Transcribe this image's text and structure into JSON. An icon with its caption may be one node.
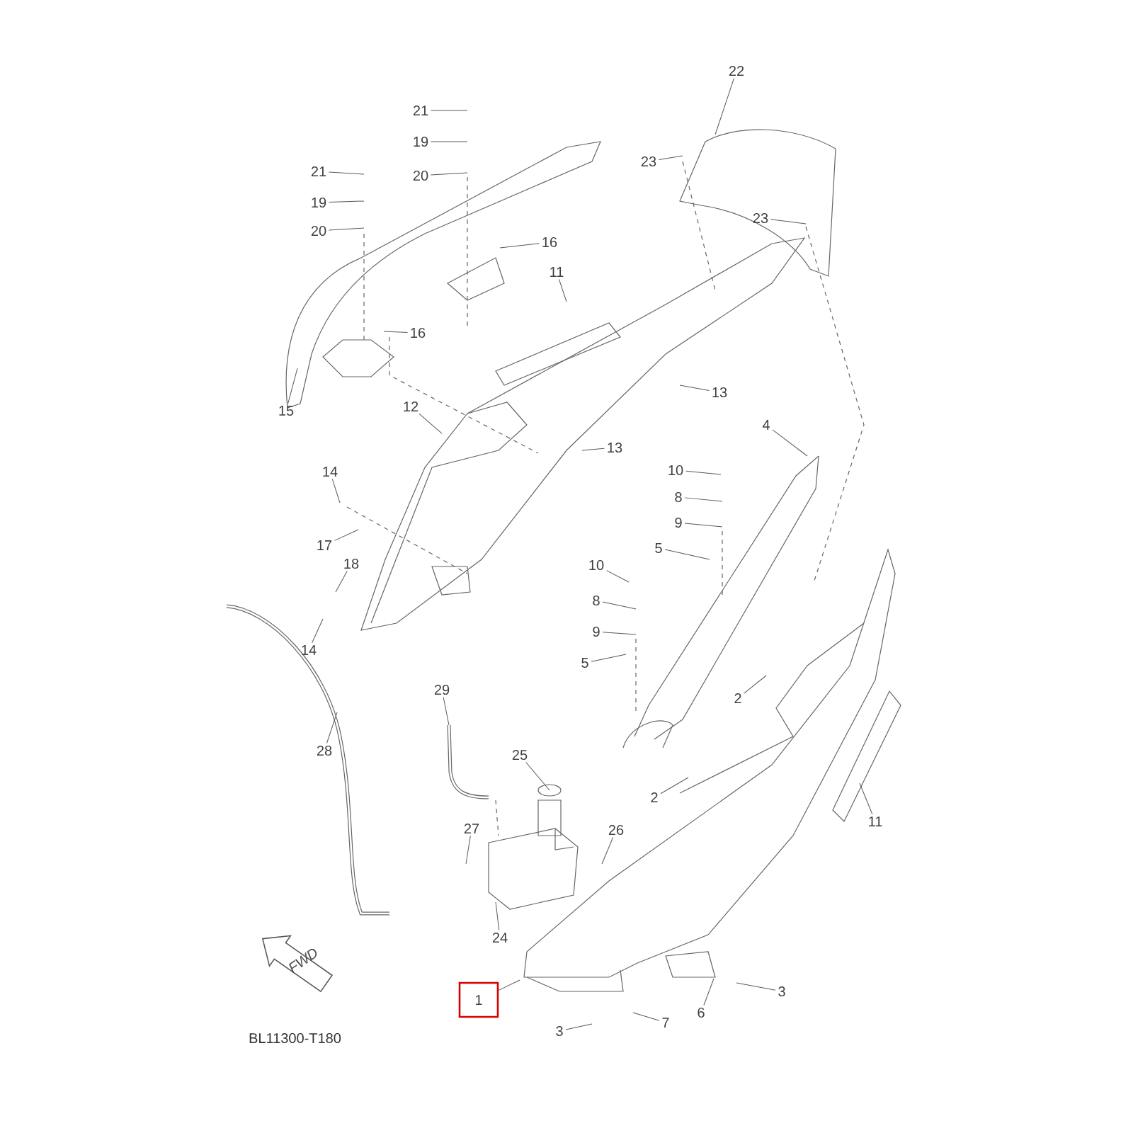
{
  "diagram": {
    "nodes": [
      {
        "text": [
          "22"
        ]
      },
      {
        "text": [
          "21"
        ]
      },
      {
        "text": [
          "19"
        ]
      },
      {
        "text": [
          "23"
        ]
      },
      {
        "text": [
          "21"
        ]
      },
      {
        "text": [
          "20"
        ]
      },
      {
        "text": [
          "19"
        ]
      },
      {
        "text": [
          "23"
        ]
      },
      {
        "text": [
          "20"
        ]
      },
      {
        "text": [
          "16"
        ]
      },
      {
        "text": [
          "11"
        ]
      },
      {
        "text": [
          "16"
        ]
      },
      {
        "text": [
          "13"
        ]
      },
      {
        "text": [
          "12"
        ]
      },
      {
        "text": [
          "15"
        ]
      },
      {
        "text": [
          "4"
        ]
      },
      {
        "text": [
          "13"
        ]
      },
      {
        "text": [
          "10"
        ]
      },
      {
        "text": [
          "14"
        ]
      },
      {
        "text": [
          "8"
        ]
      },
      {
        "text": [
          "9"
        ]
      },
      {
        "text": [
          "17"
        ]
      },
      {
        "text": [
          "5"
        ]
      },
      {
        "text": [
          "18"
        ]
      },
      {
        "text": [
          "10"
        ]
      },
      {
        "text": [
          "8"
        ]
      },
      {
        "text": [
          "9"
        ]
      },
      {
        "text": [
          "14"
        ]
      },
      {
        "text": [
          "5"
        ]
      },
      {
        "text": [
          "2"
        ]
      },
      {
        "text": [
          "29"
        ]
      },
      {
        "text": [
          "28"
        ]
      },
      {
        "text": [
          "25"
        ]
      },
      {
        "text": [
          "2"
        ]
      },
      {
        "text": [
          "11"
        ]
      },
      {
        "text": [
          "27"
        ]
      },
      {
        "text": [
          "26"
        ]
      },
      {
        "text": [
          "24"
        ]
      },
      {
        "text": [
          "3"
        ]
      },
      {
        "text": [
          "1"
        ]
      },
      {
        "text": [
          "6"
        ]
      },
      {
        "text": [
          "7"
        ]
      },
      {
        "text": [
          "3"
        ]
      }
    ],
    "edges": [
      {
        "from": 0,
        "to": null,
        "arrow": "none"
      },
      {
        "from": 1,
        "to": null,
        "arrow": "none"
      },
      {
        "from": 2,
        "to": null,
        "arrow": "none"
      },
      {
        "from": 3,
        "to": null,
        "arrow": "none"
      },
      {
        "from": 4,
        "to": null,
        "arrow": "none"
      },
      {
        "from": 5,
        "to": null,
        "arrow": "none"
      },
      {
        "from": 6,
        "to": null,
        "arrow": "none"
      },
      {
        "from": 7,
        "to": null,
        "arrow": "none"
      },
      {
        "from": 8,
        "to": null,
        "arrow": "none"
      },
      {
        "from": 9,
        "to": null,
        "arrow": "none"
      },
      {
        "from": 10,
        "to": null,
        "arrow": "none"
      },
      {
        "from": 11,
        "to": null,
        "arrow": "none"
      },
      {
        "from": 12,
        "to": null,
        "arrow": "none"
      },
      {
        "from": 13,
        "to": null,
        "arrow": "none"
      },
      {
        "from": 14,
        "to": null,
        "arrow": "none"
      },
      {
        "from": 15,
        "to": null,
        "arrow": "none"
      },
      {
        "from": 16,
        "to": null,
        "arrow": "none"
      },
      {
        "from": 17,
        "to": null,
        "arrow": "none"
      },
      {
        "from": 18,
        "to": null,
        "arrow": "none"
      },
      {
        "from": 19,
        "to": null,
        "arrow": "none"
      },
      {
        "from": 20,
        "to": null,
        "arrow": "none"
      },
      {
        "from": 21,
        "to": null,
        "arrow": "none"
      },
      {
        "from": 22,
        "to": null,
        "arrow": "none"
      },
      {
        "from": 23,
        "to": null,
        "arrow": "none"
      },
      {
        "from": 24,
        "to": null,
        "arrow": "none"
      },
      {
        "from": 25,
        "to": null,
        "arrow": "none"
      },
      {
        "from": 26,
        "to": null,
        "arrow": "none"
      },
      {
        "from": 27,
        "to": null,
        "arrow": "none"
      },
      {
        "from": 28,
        "to": null,
        "arrow": "none"
      },
      {
        "from": 29,
        "to": null,
        "arrow": "none"
      },
      {
        "from": 30,
        "to": null,
        "arrow": "none"
      },
      {
        "from": 31,
        "to": null,
        "arrow": "none"
      },
      {
        "from": 32,
        "to": null,
        "arrow": "none"
      },
      {
        "from": 33,
        "to": null,
        "arrow": "none"
      },
      {
        "from": 34,
        "to": null,
        "arrow": "none"
      },
      {
        "from": 35,
        "to": null,
        "arrow": "none"
      },
      {
        "from": 36,
        "to": null,
        "arrow": "none"
      },
      {
        "from": 37,
        "to": null,
        "arrow": "none"
      },
      {
        "from": 38,
        "to": null,
        "arrow": "none"
      },
      {
        "from": 39,
        "to": null,
        "arrow": "none"
      },
      {
        "from": 40,
        "to": null,
        "arrow": "none"
      },
      {
        "from": 41,
        "to": null,
        "arrow": "none"
      },
      {
        "from": 42,
        "to": null,
        "arrow": "none"
      }
    ],
    "labels": [
      "FWD",
      "BL11300-T180"
    ]
  }
}
